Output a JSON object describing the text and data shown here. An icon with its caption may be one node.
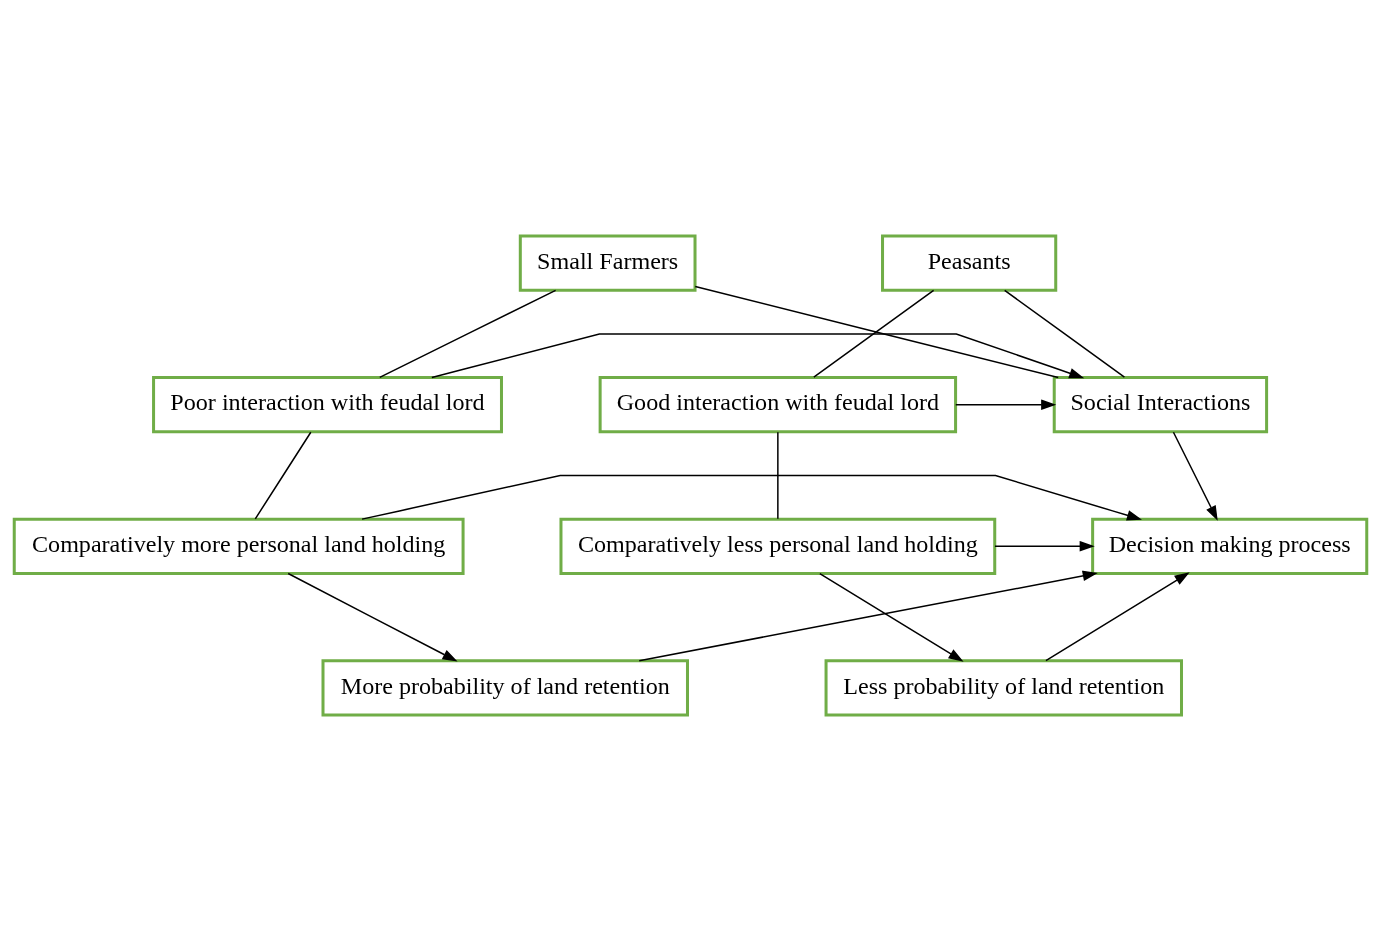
{
  "diagram": {
    "nodes": [
      {
        "text": [
          "Small Farmers"
        ]
      },
      {
        "text": [
          "Peasants"
        ]
      },
      {
        "text": [
          "Poor interaction with feudal lord"
        ]
      },
      {
        "text": [
          "Social Interactions"
        ]
      },
      {
        "text": [
          "Good interaction with feudal lord"
        ]
      },
      {
        "text": [
          "Comparatively more personal land holding"
        ]
      },
      {
        "text": [
          "Decision making process"
        ]
      },
      {
        "text": [
          "Comparatively less personal land holding"
        ]
      },
      {
        "text": [
          "More probability of land retention"
        ]
      },
      {
        "text": [
          "Less probability of land retention"
        ]
      }
    ],
    "edges": [
      {
        "from": 0,
        "to": 2,
        "arrow": "none"
      },
      {
        "from": 0,
        "to": 3,
        "arrow": "none"
      },
      {
        "from": 1,
        "to": 3,
        "arrow": "none"
      },
      {
        "from": 1,
        "to": 4,
        "arrow": "none"
      },
      {
        "from": 2,
        "to": 3,
        "arrow": "to"
      },
      {
        "from": 4,
        "to": 3,
        "arrow": "to"
      },
      {
        "from": 3,
        "to": 6,
        "arrow": "to"
      },
      {
        "from": 2,
        "to": 5,
        "arrow": "none"
      },
      {
        "from": 4,
        "to": 7,
        "arrow": "none"
      },
      {
        "from": 5,
        "to": 6,
        "arrow": "to"
      },
      {
        "from": 7,
        "to": 6,
        "arrow": "to"
      },
      {
        "from": 5,
        "to": 8,
        "arrow": "to"
      },
      {
        "from": 7,
        "to": 9,
        "arrow": "to"
      },
      {
        "from": 8,
        "to": 6,
        "arrow": "to"
      },
      {
        "from": 9,
        "to": 6,
        "arrow": "to"
      }
    ]
  }
}
